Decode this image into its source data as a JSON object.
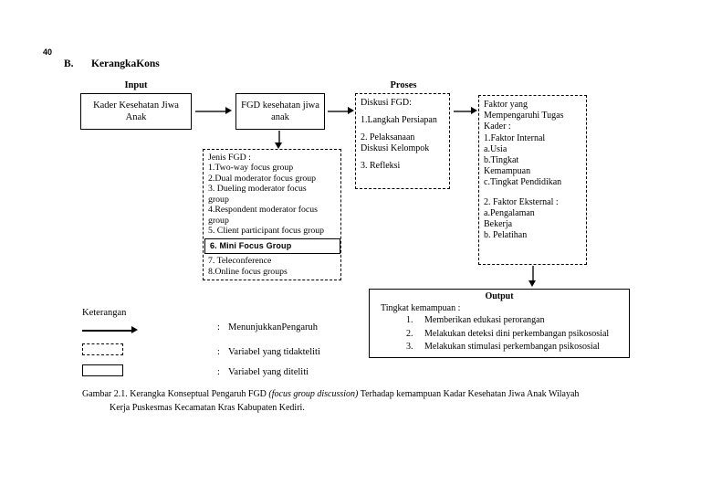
{
  "page": {
    "number": "40",
    "section_letter": "B.",
    "section_title": "KerangkaKons"
  },
  "columns": {
    "input_label": "Input",
    "proses_label": "Proses"
  },
  "boxes": {
    "kader": {
      "line1": "Kader Kesehatan Jiwa",
      "line2": "Anak"
    },
    "fgd": {
      "line1": "FGD kesehatan jiwa",
      "line2": "anak"
    },
    "jenis_fgd": {
      "title": "Jenis FGD :",
      "items_before": [
        "1.Two-way focus group",
        "2.Dual moderator focus group",
        "3. Dueling moderator focus",
        "group",
        "4.Respondent moderator focus",
        "group",
        "5. Client participant focus group"
      ],
      "highlighted": "6. Mini Focus Group",
      "items_after": [
        "7. Teleconference",
        "8.Online focus groups"
      ]
    },
    "diskusi_fgd": {
      "title": "Diskusi FGD:",
      "item1": "1.Langkah Persiapan",
      "item2a": "2. Pelaksanaan",
      "item2b": "Diskusi Kelompok",
      "item3": "3. Refleksi"
    },
    "faktor": {
      "title_l1": "Faktor yang",
      "title_l2": "Mempengaruhi Tugas",
      "title_l3": "Kader :",
      "internal_head": "1.Faktor Internal",
      "internal_a": "a.Usia",
      "internal_b1": "b.Tingkat",
      "internal_b2": "Kemampuan",
      "internal_c": "c.Tingkat Pendidikan",
      "external_head": "2. Faktor Eksternal :",
      "external_a1": "a.Pengalaman",
      "external_a2": "Bekerja",
      "external_b": "b. Pelatihan"
    },
    "output": {
      "title": "Output",
      "subtitle": "Tingkat kemampuan :",
      "items": [
        {
          "num": "1.",
          "text": "Memberikan edukasi perorangan"
        },
        {
          "num": "2.",
          "text": "Melakukan deteksi dini perkembangan psikososial"
        },
        {
          "num": "3.",
          "text": "Melakukan stimulasi perkembangan psikososial"
        }
      ]
    }
  },
  "legend": {
    "title": "Keterangan",
    "colon": ":",
    "rows": [
      {
        "symbol": "arrow-line",
        "label": "MenunjukkanPengaruh"
      },
      {
        "symbol": "dashed-rectangle",
        "label": "Variabel yang tidakteliti"
      },
      {
        "symbol": "solid-rectangle",
        "label": "Variabel yang diteliti"
      }
    ]
  },
  "caption": {
    "part1": "Gambar 2.1. Kerangka Konseptual Pengaruh FGD ",
    "italic": "(focus group discussion)",
    "part2": " Terhadap kemampuan Kadar Kesehatan Jiwa Anak Wilayah",
    "line2": "Kerja Puskesmas Kecamatan Kras Kabupaten Kediri."
  },
  "colors": {
    "ink": "#000000",
    "connector": "#555555",
    "page_background": "#ffffff"
  }
}
